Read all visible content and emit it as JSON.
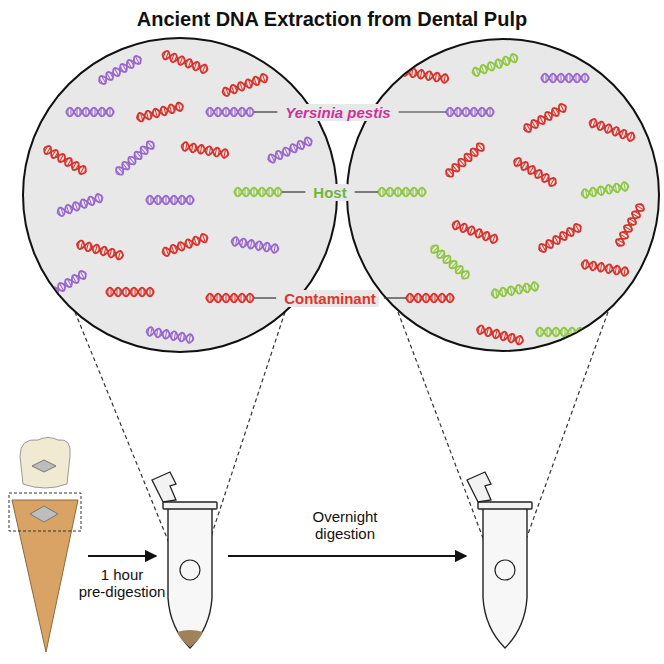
{
  "diagram": {
    "title": "Ancient DNA Extraction from Dental Pulp",
    "labels": [
      "Yersinia pestis",
      "Host",
      "Contaminant",
      "1 hour pre-digestion",
      "Overnight digestion"
    ]
  }
}
